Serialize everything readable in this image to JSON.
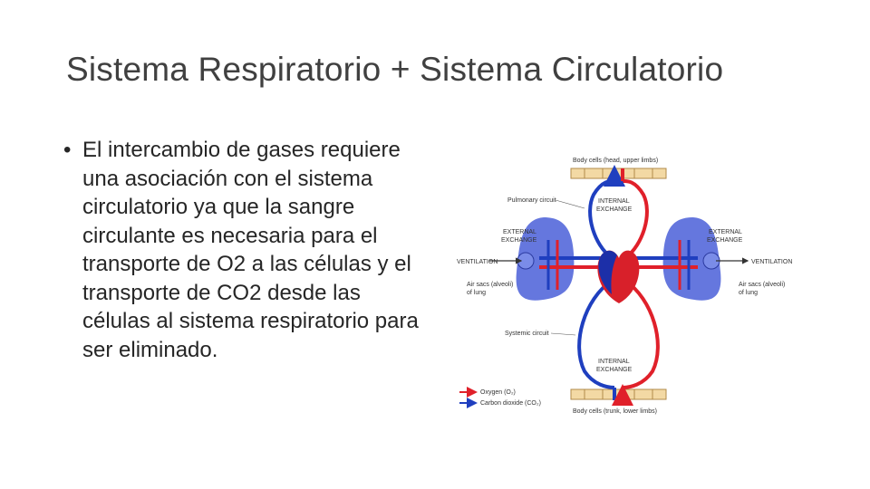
{
  "slide": {
    "title": "Sistema Respiratorio + Sistema Circulatorio",
    "bullet_marker": "•",
    "bullet_text": "El intercambio de gases requiere una asociación con el sistema circulatorio ya que la sangre circulante es necesaria para el transporte de O2 a las células y el transporte de CO2 desde las células al sistema respiratorio para ser eliminado."
  },
  "diagram": {
    "labels": {
      "body_cells_top": "Body cells (head, upper limbs)",
      "pulmonary_circuit": "Pulmonary circuit",
      "internal_exchange_top_1": "INTERNAL",
      "internal_exchange_top_2": "EXCHANGE",
      "external_exchange_left_1": "EXTERNAL",
      "external_exchange_left_2": "EXCHANGE",
      "external_exchange_right_1": "EXTERNAL",
      "external_exchange_right_2": "EXCHANGE",
      "ventilation_left": "VENTILATION",
      "ventilation_right": "VENTILATION",
      "air_sacs_left_1": "Air sacs (alveoli)",
      "air_sacs_left_2": "of lung",
      "air_sacs_right_1": "Air sacs (alveoli)",
      "air_sacs_right_2": "of lung",
      "systemic_circuit": "Systemic circuit",
      "internal_exchange_bottom_1": "INTERNAL",
      "internal_exchange_bottom_2": "EXCHANGE",
      "legend_oxygen": "Oxygen (O₂)",
      "legend_co2": "Carbon dioxide (CO₂)",
      "body_cells_bottom": "Body cells (trunk, lower limbs)"
    },
    "colors": {
      "oxygen": "#e0202a",
      "co2": "#1f3fbf",
      "lung": "#4a5fd8",
      "cells": "#f3d9a4",
      "heart_red": "#d8202a",
      "heart_blue": "#1c2fa8"
    }
  }
}
